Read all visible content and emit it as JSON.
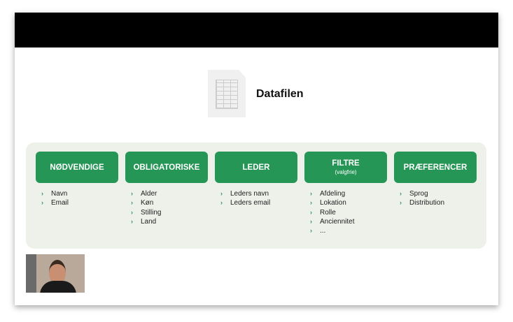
{
  "title": "Datafilen",
  "columns": [
    {
      "label": "NØDVENDIGE",
      "items": [
        "Navn",
        "Email"
      ]
    },
    {
      "label": "OBLIGATORISKE",
      "items": [
        "Alder",
        "Køn",
        "Stilling",
        "Land"
      ]
    },
    {
      "label": "LEDER",
      "items": [
        "Leders navn",
        "Leders email"
      ]
    },
    {
      "label": "FILTRE",
      "sublabel": "(valgfrie)",
      "items": [
        "Afdeling",
        "Lokation",
        "Rolle",
        "Anciennitet",
        "..."
      ]
    },
    {
      "label": "PRÆFERENCER",
      "items": [
        "Sprog",
        "Distribution"
      ]
    }
  ],
  "bullet": "›"
}
